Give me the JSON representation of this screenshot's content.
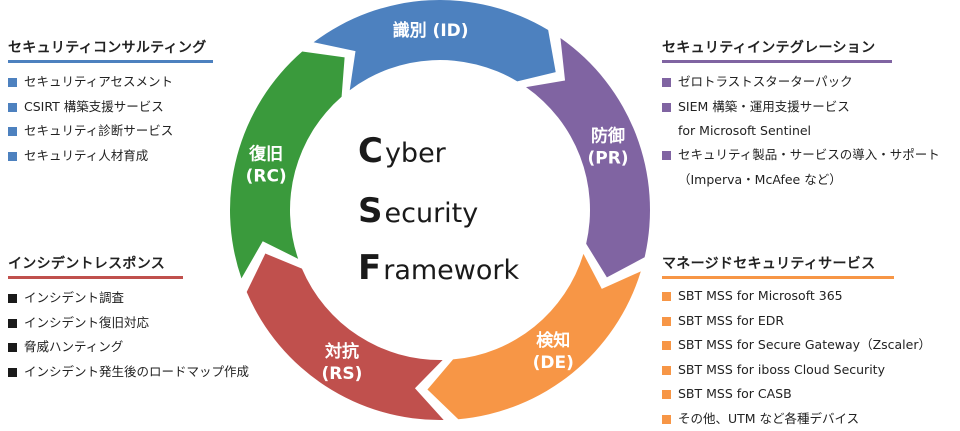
{
  "wheel": {
    "segments": [
      {
        "id": "id",
        "name": "識別",
        "code": "(ID)",
        "color": "#4d81bf"
      },
      {
        "id": "pr",
        "name": "防御",
        "code": "(PR)",
        "color": "#8064a2"
      },
      {
        "id": "de",
        "name": "検知",
        "code": "(DE)",
        "color": "#f79646"
      },
      {
        "id": "rs",
        "name": "対抗",
        "code": "(RS)",
        "color": "#c0504d"
      },
      {
        "id": "rc",
        "name": "復旧",
        "code": "(RC)",
        "color": "#3a9a3c"
      }
    ],
    "center": [
      {
        "initial": "C",
        "rest": "yber"
      },
      {
        "initial": "S",
        "rest": "ecurity"
      },
      {
        "initial": "F",
        "rest": "ramework"
      }
    ]
  },
  "consulting": {
    "title": "セキュリティコンサルティング",
    "items": [
      "セキュリティアセスメント",
      "CSIRT 構築支援サービス",
      "セキュリティ診断サービス",
      "セキュリティ人材育成"
    ]
  },
  "incident": {
    "title": "インシデントレスポンス",
    "items": [
      "インシデント調査",
      "インシデント復旧対応",
      "脅威ハンティング",
      "インシデント発生後のロードマップ作成"
    ]
  },
  "integration": {
    "title": "セキュリティインテグレーション",
    "items": [
      {
        "text": "ゼロトラストスターターパック",
        "sub": ""
      },
      {
        "text": "SIEM 構築・運用支援サービス",
        "sub": "for Microsoft Sentinel"
      },
      {
        "text": "セキュリティ製品・サービスの導入・サポート",
        "sub": "（Imperva・McAfee など）"
      }
    ]
  },
  "managed": {
    "title": "マネージドセキュリティサービス",
    "items": [
      "SBT MSS for Microsoft 365",
      "SBT MSS for EDR",
      "SBT MSS for Secure Gateway（Zscaler）",
      "SBT MSS for iboss Cloud Security",
      "SBT MSS for CASB",
      "その他、UTM など各種デバイス"
    ]
  }
}
